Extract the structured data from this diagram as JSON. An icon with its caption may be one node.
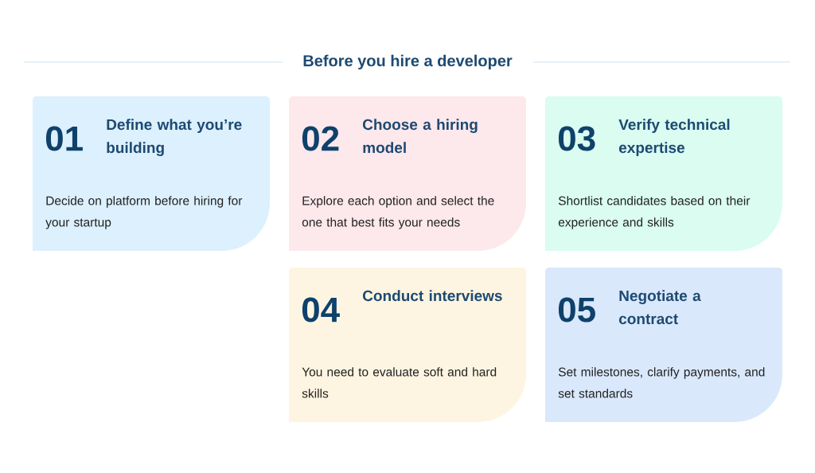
{
  "diagram": {
    "title": "Before you hire a developer",
    "nodes": [
      {
        "text": [
          "01",
          "Define what you’re building",
          "Decide on platform before hiring for your startup"
        ]
      },
      {
        "text": [
          "02",
          "Choose a hiring model",
          "Explore each option and select the one that best fits your needs"
        ]
      },
      {
        "text": [
          "03",
          "Verify technical expertise",
          "Shortlist candidates based on their experience and skills"
        ]
      },
      {
        "text": [
          "04",
          "Conduct interviews",
          "You need to evaluate soft and hard skills"
        ]
      },
      {
        "text": [
          "05",
          "Negotiate a contract",
          "Set milestones, clarify payments, and set standards"
        ]
      }
    ]
  }
}
